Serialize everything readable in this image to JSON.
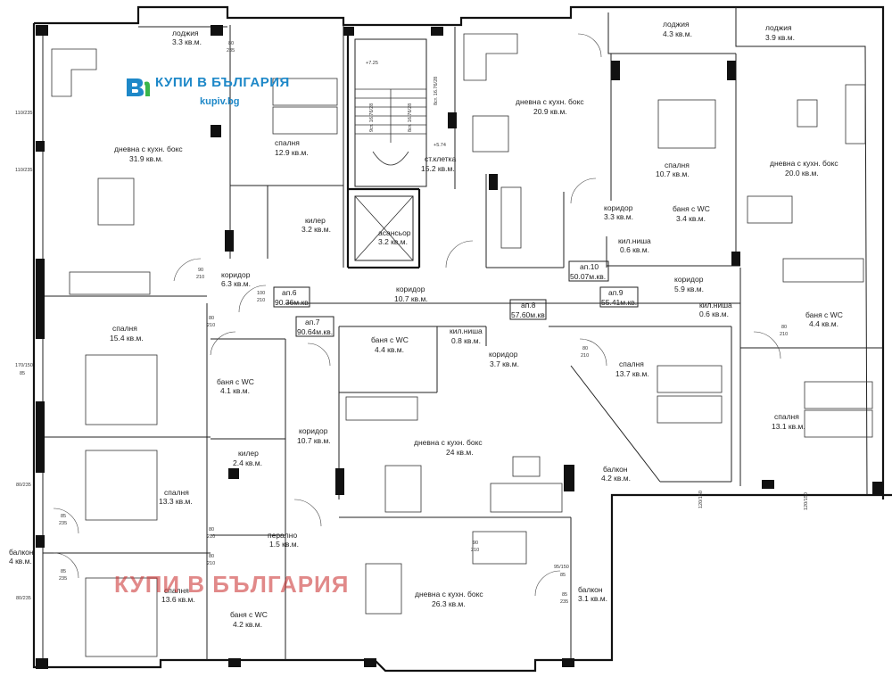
{
  "brand": {
    "name": "КУПИ В БЪЛГАРИЯ",
    "url": "kupiv.bg",
    "watermark": "КУПИ В БЪЛГАРИЯ",
    "color": "#1e88c8",
    "watermark_color": "#c82828"
  },
  "rooms": [
    {
      "name": "лоджия",
      "area": "3.3 кв.м."
    },
    {
      "name": "дневна с кухн. бокс",
      "area": "31.9 кв.м."
    },
    {
      "name": "спалня",
      "area": "12.9 кв.м."
    },
    {
      "name": "килер",
      "area": "3.2 кв.м."
    },
    {
      "name": "асансьор",
      "area": "3.2 кв.м."
    },
    {
      "name": "ст.клетка",
      "area": "15.2 кв.м."
    },
    {
      "name": "коридор",
      "area": "6.3 кв.м."
    },
    {
      "name": "коридор",
      "area": "10.7 кв.м."
    },
    {
      "name": "дневна с кухн. бокс",
      "area": "20.9 кв.м."
    },
    {
      "name": "лоджия",
      "area": "4.3 кв.м."
    },
    {
      "name": "лоджия",
      "area": "3.9 кв.м."
    },
    {
      "name": "спалня",
      "area": "10.7 кв.м."
    },
    {
      "name": "дневна с кухн. бокс",
      "area": "20.0 кв.м."
    },
    {
      "name": "коридор",
      "area": "3.3 кв.м."
    },
    {
      "name": "баня с WC",
      "area": "3.4 кв.м."
    },
    {
      "name": "кил.ниша",
      "area": "0.6 кв.м."
    },
    {
      "name": "коридор",
      "area": "5.9 кв.м."
    },
    {
      "name": "кил.ниша",
      "area": "0.6 кв.м."
    },
    {
      "name": "баня с WC",
      "area": "4.4 кв.м."
    },
    {
      "name": "спалня",
      "area": "15.4 кв.м."
    },
    {
      "name": "баня с WC",
      "area": "4.1 кв.м."
    },
    {
      "name": "баня с WC",
      "area": "4.4 кв.м."
    },
    {
      "name": "кил.ниша",
      "area": "0.8 кв.м."
    },
    {
      "name": "коридор",
      "area": "3.7 кв.м."
    },
    {
      "name": "спалня",
      "area": "13.7 кв.м."
    },
    {
      "name": "спалня",
      "area": "13.1 кв.м."
    },
    {
      "name": "коридор",
      "area": "10.7 кв.м."
    },
    {
      "name": "килер",
      "area": "2.4 кв.м."
    },
    {
      "name": "дневна с кухн. бокс",
      "area": "24 кв.м."
    },
    {
      "name": "балкон",
      "area": "4.2 кв.м."
    },
    {
      "name": "спалня",
      "area": "13.3 кв.м."
    },
    {
      "name": "балкон",
      "area": "4 кв.м."
    },
    {
      "name": "перално",
      "area": "1.5 кв.м."
    },
    {
      "name": "спалня",
      "area": "13.6 кв.м."
    },
    {
      "name": "баня с WC",
      "area": "4.2 кв.м."
    },
    {
      "name": "дневна с кухн. бокс",
      "area": "26.3 кв.м."
    },
    {
      "name": "балкон",
      "area": "3.1 кв.м."
    }
  ],
  "apartments": [
    {
      "label": "ап.6",
      "area": "90.36м.кв."
    },
    {
      "label": "ап.7",
      "area": "90.64м.кв."
    },
    {
      "label": "ап.8",
      "area": "57.60м.кв."
    },
    {
      "label": "ап.10",
      "area": "50.07м.кв."
    },
    {
      "label": "ап.9",
      "area": "55.41м.кв."
    }
  ],
  "stair_labels": [
    "9ст. 16.76/28",
    "8ст. 16.76/28",
    "8ст. 16.76/28"
  ],
  "level_marks": [
    "+7.25",
    "+5.74"
  ],
  "dims": {
    "d80_235": "80/235",
    "d80": "80",
    "d235": "235",
    "d90": "90",
    "d210": "210",
    "d100": "100",
    "d110_235": "110/235",
    "d170_150": "170/150",
    "d85": "85",
    "d120_150": "120/150",
    "d95_150": "95/150"
  }
}
